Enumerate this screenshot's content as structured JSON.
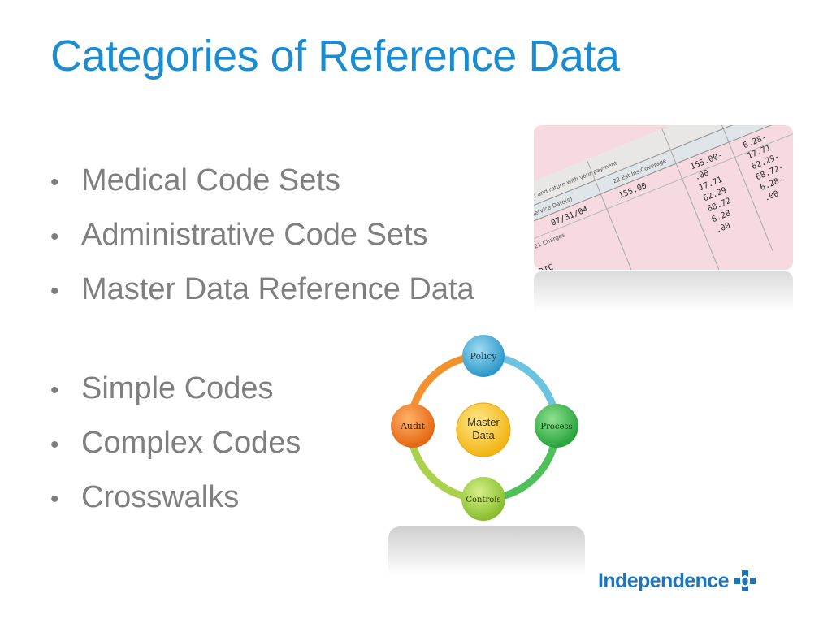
{
  "slide": {
    "title": "Categories of Reference Data",
    "bullets_group1": [
      "Medical Code Sets",
      "Administrative Code Sets",
      "Master Data Reference Data"
    ],
    "bullets_group2": [
      "Simple Codes",
      "Complex Codes",
      "Crosswalks"
    ],
    "bullet_char": "•"
  },
  "diagram": {
    "center": [
      "Master",
      "Data"
    ],
    "nodes": {
      "top": "Policy",
      "right": "Process",
      "bottom": "Controls",
      "left": "Audit"
    }
  },
  "logo": {
    "text": "Independence"
  },
  "colors": {
    "title": "#1a8ccf",
    "body_text": "#7f7f7f",
    "node_policy": "#3fa9d6",
    "node_process": "#3cb54a",
    "node_controls": "#9bcb3b",
    "node_audit": "#f07b22",
    "center": "#f7c52a",
    "logo": "#1d74b8"
  }
}
